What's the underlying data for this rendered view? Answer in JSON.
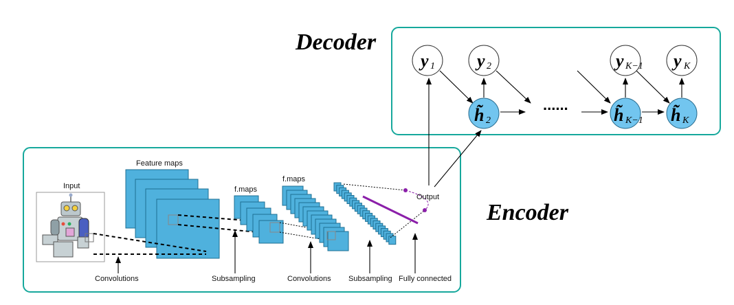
{
  "labels": {
    "decoder": "Decoder",
    "encoder": "Encoder",
    "ellipsis": "......"
  },
  "cnn": {
    "input": "Input",
    "feature_maps": "Feature maps",
    "fmaps_1": "f.maps",
    "fmaps_2": "f.maps",
    "output": "Output",
    "convolutions_1": "Convolutions",
    "subsampling_1": "Subsampling",
    "convolutions_2": "Convolutions",
    "subsampling_2": "Subsampling",
    "fully_connected": "Fully connected"
  },
  "decoder_nodes": {
    "y1": {
      "main": "y",
      "sub": "1"
    },
    "y2": {
      "main": "y",
      "sub": "2"
    },
    "yk1": {
      "main": "y",
      "sub": "K−1"
    },
    "yk": {
      "main": "y",
      "sub": "K"
    },
    "h2": {
      "main": "h̃",
      "sub": "2"
    },
    "hk1": {
      "main": "h̃",
      "sub": "K−1"
    },
    "hk": {
      "main": "h̃",
      "sub": "K"
    }
  },
  "colors": {
    "panel_border": "#16a89c",
    "hidden_node": "#72c5ef",
    "feature_map": "#4fb1dd",
    "fc_line": "#8b1fa9"
  }
}
